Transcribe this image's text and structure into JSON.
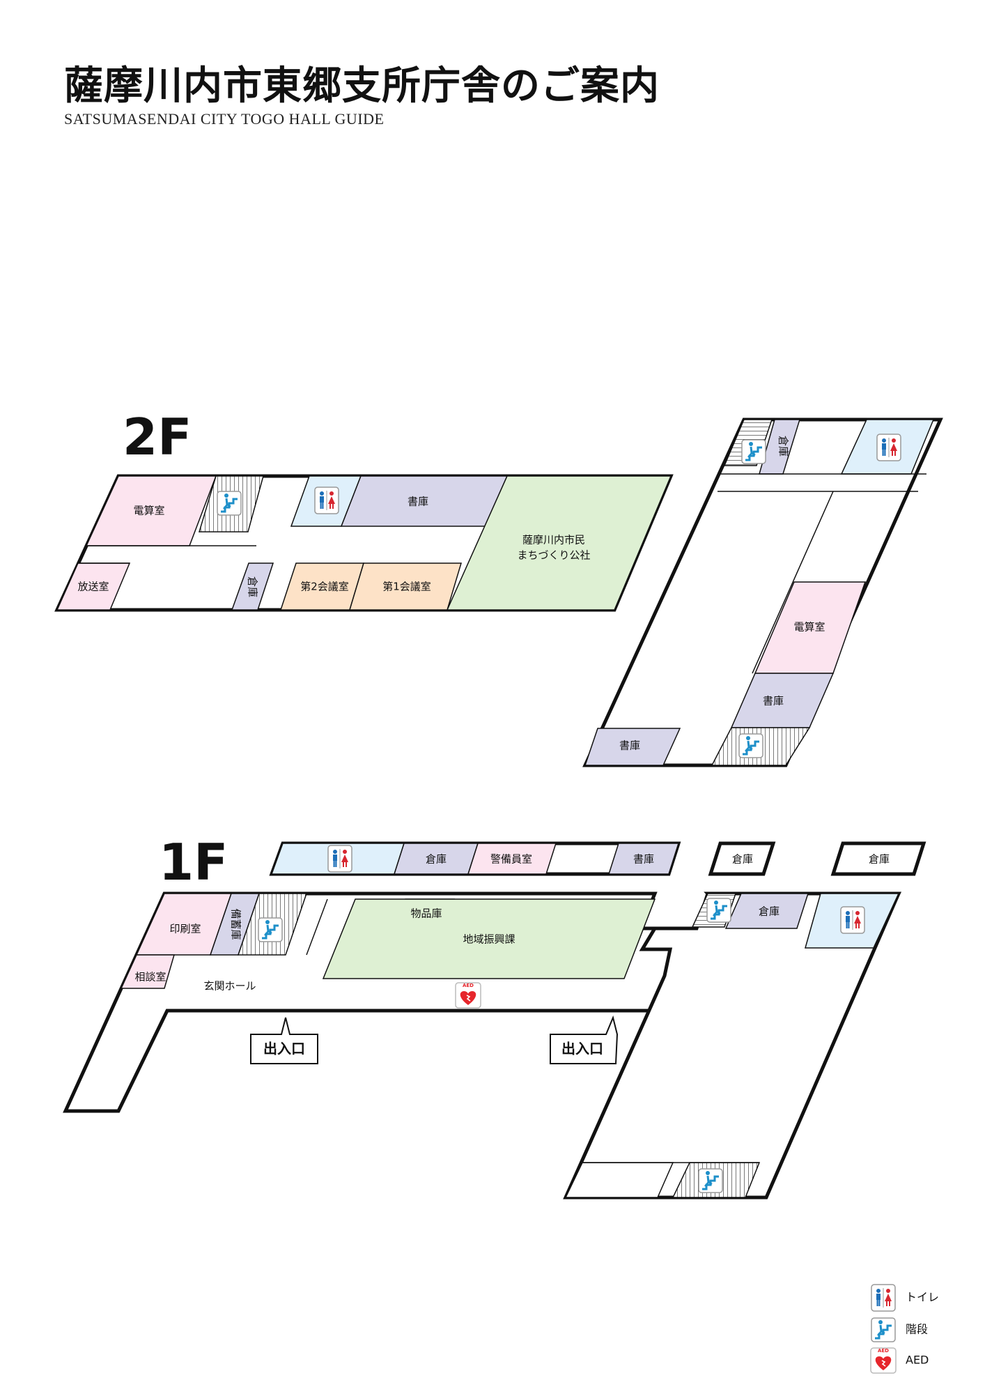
{
  "title": "薩摩川内市東郷支所庁舎のご案内",
  "subtitle": "SATSUMASENDAI CITY TOGO HALL GUIDE",
  "colors": {
    "pink": "#fce4ef",
    "lavender": "#d7d6ea",
    "blue": "#dff0fb",
    "peach": "#fde2c7",
    "green": "#def0d3",
    "restroom_male": "#1d6fb8",
    "restroom_female": "#d7262f",
    "stair_icon": "#1d8fc9",
    "aed_red": "#e6262c"
  },
  "floor2": {
    "label": "2F",
    "rooms": {
      "densan": "電算室",
      "hoso": "放送室",
      "soko": "倉庫",
      "shoko": "書庫",
      "kaigi2": "第2会議室",
      "kaigi1": "第1会議室",
      "kosha_line1": "薩摩川内市民",
      "kosha_line2": "まちづくり公社",
      "right_soko": "倉庫",
      "right_densan": "電算室",
      "right_shoko": "書庫",
      "right_shoko2": "書庫"
    }
  },
  "floor1": {
    "label": "1F",
    "rooms": {
      "soko_top": "倉庫",
      "keibi": "警備員室",
      "shoko_top": "書庫",
      "soko_mid": "倉庫",
      "soko_right": "倉庫",
      "insatsu": "印刷室",
      "bichiku": "備蓄庫",
      "sodan": "相談室",
      "genkan": "玄関ホール",
      "buppin": "物品庫",
      "chiiki": "地域振興課",
      "soko_east": "倉庫"
    },
    "entrance_left": "出入口",
    "entrance_right": "出入口",
    "aed_text": "AED"
  },
  "legend": {
    "toilet": "トイレ",
    "stairs": "階段",
    "aed": "AED",
    "aed_icon_text": "AED"
  }
}
